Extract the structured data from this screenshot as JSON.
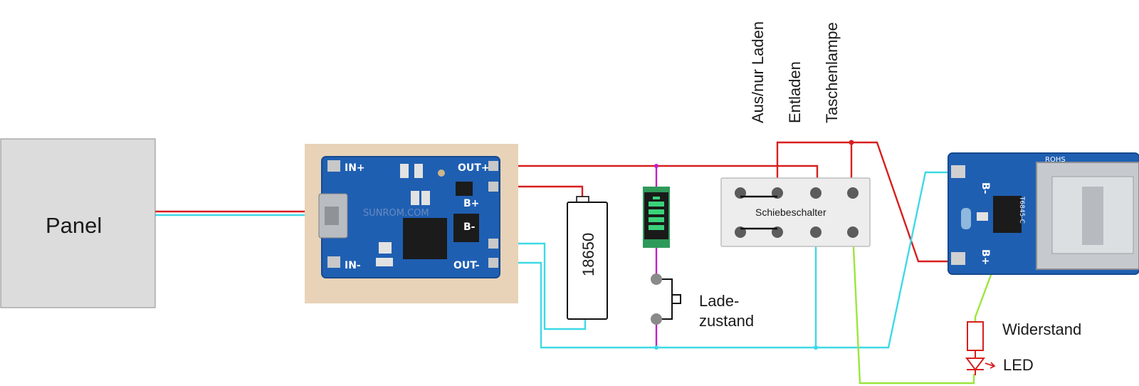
{
  "panel": {
    "label": "Panel"
  },
  "charger_module": {
    "pins": {
      "in_plus": "IN+",
      "in_minus": "IN-",
      "out_plus": "OUT+",
      "out_minus": "OUT-",
      "b_plus": "B+",
      "b_minus": "B-"
    },
    "watermark": "SUNROM.COM"
  },
  "battery": {
    "label": "18650"
  },
  "indicator": {
    "button_label_line1": "Lade-",
    "button_label_line2": "zustand"
  },
  "switch": {
    "label": "Schiebeschalter",
    "positions": [
      "Aus/nur Laden",
      "Entladen",
      "Taschenlampe"
    ]
  },
  "boost_module": {
    "pins": {
      "b_minus": "B-",
      "b_plus": "B+"
    },
    "marking": "ROHS",
    "chip_text": "T6845-C"
  },
  "resistor": {
    "label": "Widerstand"
  },
  "led": {
    "label": "LED"
  },
  "colors": {
    "wire_positive": "#d81e1e",
    "wire_negative": "#3ed9e6",
    "wire_led": "#9be63c",
    "wire_indicator": "#c21fc2",
    "pcb_blue": "#1f5fb2",
    "panel_fill": "#dcdcdc"
  }
}
